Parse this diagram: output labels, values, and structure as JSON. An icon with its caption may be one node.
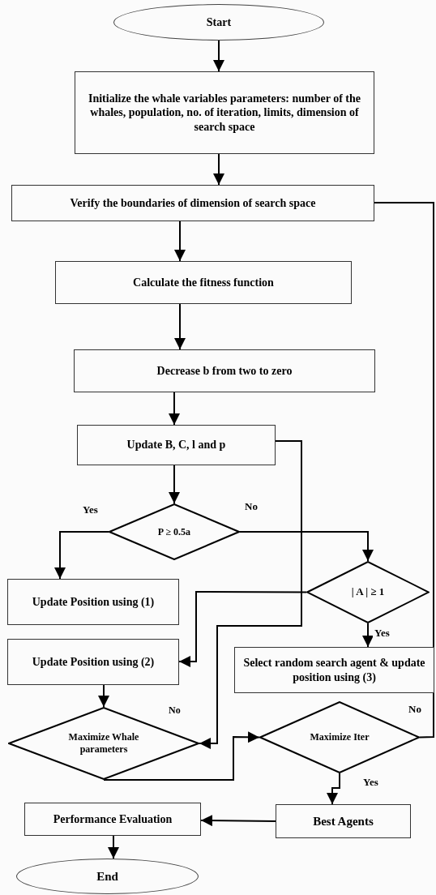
{
  "diagram": {
    "nodes": [
      {
        "text": [
          "Start"
        ]
      },
      {
        "text": [
          "Initialize the whale variables parameters: number of the whales, population, no. of iteration, limits, dimension of search space"
        ]
      },
      {
        "text": [
          "Verify the boundaries of dimension of search space"
        ]
      },
      {
        "text": [
          "Calculate the fitness function"
        ]
      },
      {
        "text": [
          "Decrease b from two to zero"
        ]
      },
      {
        "text": [
          "Update B, C, l and p"
        ]
      },
      {
        "text": [
          "P ≥ 0.5a"
        ]
      },
      {
        "text": [
          "| A | ≥ 1"
        ]
      },
      {
        "text": [
          "Update Position using (1)"
        ]
      },
      {
        "text": [
          "Update Position using (2)"
        ]
      },
      {
        "text": [
          "Select random search agent & update position using (3)"
        ]
      },
      {
        "text": [
          "Maximize Whale parameters"
        ]
      },
      {
        "text": [
          "Maximize Iter"
        ]
      },
      {
        "text": [
          "Best Agents"
        ]
      },
      {
        "text": [
          "Performance Evaluation"
        ]
      },
      {
        "text": [
          "End"
        ]
      }
    ],
    "edges": [
      {
        "from": 0,
        "to": 1,
        "arrow": "to"
      },
      {
        "from": 1,
        "to": 2,
        "arrow": "to"
      },
      {
        "from": 2,
        "to": 3,
        "arrow": "to"
      },
      {
        "from": 3,
        "to": 4,
        "arrow": "to"
      },
      {
        "from": 4,
        "to": 5,
        "arrow": "to"
      },
      {
        "from": 5,
        "to": 6,
        "arrow": "to"
      },
      {
        "from": 6,
        "to": 8,
        "arrow": "to",
        "label": "Yes"
      },
      {
        "from": 6,
        "to": 7,
        "arrow": "to",
        "label": "No"
      },
      {
        "from": 5,
        "to": 11,
        "arrow": "to"
      },
      {
        "from": 7,
        "to": 9,
        "arrow": "to"
      },
      {
        "from": 7,
        "to": 10,
        "arrow": "to",
        "label": "Yes"
      },
      {
        "from": 9,
        "to": 11,
        "arrow": "to"
      },
      {
        "from": 11,
        "to": 12,
        "arrow": "to"
      },
      {
        "from": 12,
        "to": 2,
        "arrow": "none",
        "label": "No"
      },
      {
        "from": 12,
        "to": 13,
        "arrow": "to",
        "label": "Yes"
      },
      {
        "from": 13,
        "to": 14,
        "arrow": "to"
      },
      {
        "from": 14,
        "to": 15,
        "arrow": "to"
      }
    ],
    "labels": [
      "No"
    ]
  }
}
